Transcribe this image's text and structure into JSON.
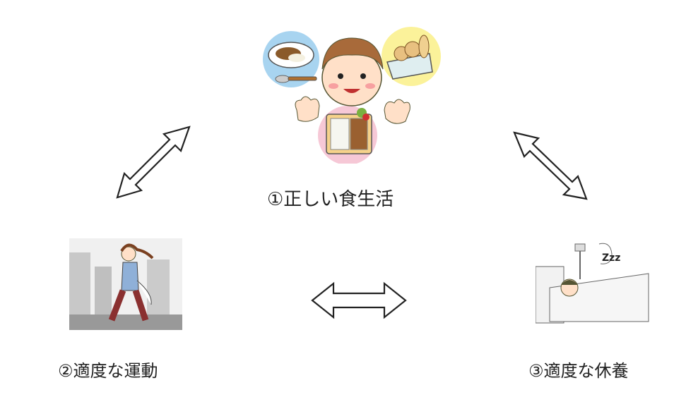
{
  "items": {
    "food": {
      "label": "①正しい食生活"
    },
    "exercise": {
      "label": "②適度な運動"
    },
    "rest": {
      "label": "③適度な休養"
    }
  },
  "sleep_letters": "Zzz",
  "icons": [
    "double-arrow-icon",
    "food-illustration",
    "walking-woman-illustration",
    "sleeping-man-illustration"
  ],
  "colors": {
    "arrow_stroke": "#222222",
    "plate_blue": "#a8d4f0",
    "bread_yellow": "#fbf29a",
    "bento_pink": "#f6c8d6",
    "city_gray": "#c8c8c8"
  }
}
